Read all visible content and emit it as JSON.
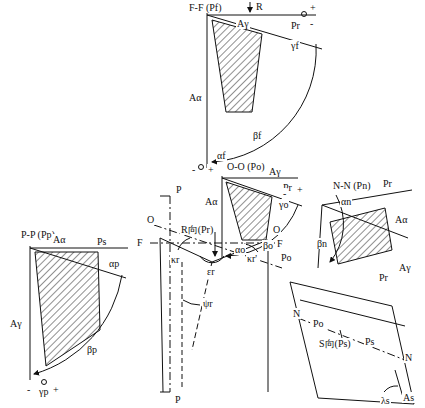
{
  "diagram": {
    "labels": [
      "F-F (Pf)",
      "R",
      "Aγ",
      "Pr",
      "γf",
      "Aα",
      "βf",
      "αf",
      "+",
      "-",
      "-",
      "+",
      "O-O (Po)",
      "Aγ",
      "Pr",
      "Aα",
      "γo",
      "αo",
      "βo",
      "-",
      "+",
      "P-P (Pp)",
      "Aα",
      "Ps",
      "αp",
      "Aγ",
      "βp",
      "γp",
      "-",
      "+",
      "N-N (Pn)",
      "αn",
      "Pr",
      "Aα",
      "βn",
      "Aγ",
      "Pr",
      "P",
      "O",
      "F",
      "R向(Pr)",
      "O",
      "F",
      "κr",
      "εr",
      "κr'",
      "Po",
      "ψr",
      "P",
      "N",
      "Po",
      "S向(Ps)",
      "Ps",
      "N",
      "λs",
      "As"
    ]
  }
}
